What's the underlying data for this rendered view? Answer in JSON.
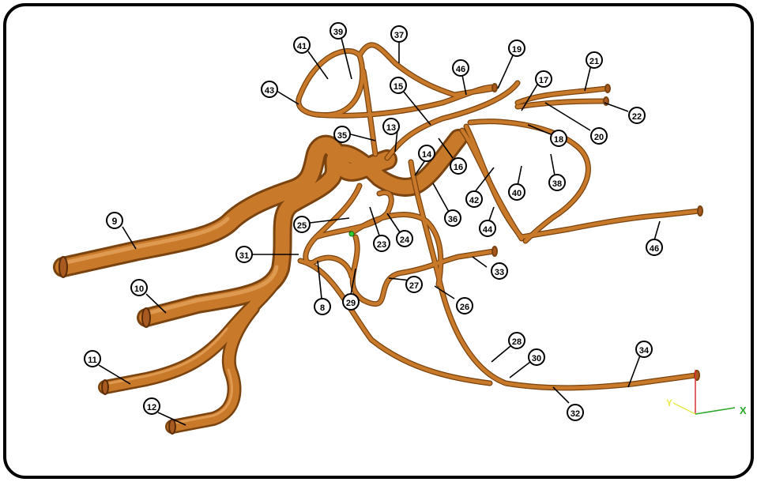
{
  "diagram": {
    "callouts": [
      {
        "id": "c9",
        "label": "9"
      },
      {
        "id": "c10",
        "label": "10"
      },
      {
        "id": "c11",
        "label": "11"
      },
      {
        "id": "c12",
        "label": "12"
      },
      {
        "id": "c13",
        "label": "13"
      },
      {
        "id": "c14",
        "label": "14"
      },
      {
        "id": "c15",
        "label": "15"
      },
      {
        "id": "c16",
        "label": "16"
      },
      {
        "id": "c17",
        "label": "17"
      },
      {
        "id": "c18",
        "label": "18"
      },
      {
        "id": "c19",
        "label": "19"
      },
      {
        "id": "c20",
        "label": "20"
      },
      {
        "id": "c21",
        "label": "21"
      },
      {
        "id": "c22",
        "label": "22"
      },
      {
        "id": "c23",
        "label": "23"
      },
      {
        "id": "c24",
        "label": "24"
      },
      {
        "id": "c25",
        "label": "25"
      },
      {
        "id": "c26",
        "label": "26"
      },
      {
        "id": "c27",
        "label": "27"
      },
      {
        "id": "c28",
        "label": "28"
      },
      {
        "id": "c29",
        "label": "29"
      },
      {
        "id": "c30",
        "label": "30"
      },
      {
        "id": "c31",
        "label": "31"
      },
      {
        "id": "c32",
        "label": "32"
      },
      {
        "id": "c33",
        "label": "33"
      },
      {
        "id": "c34",
        "label": "34"
      },
      {
        "id": "c35",
        "label": "35"
      },
      {
        "id": "c36",
        "label": "36"
      },
      {
        "id": "c37",
        "label": "37"
      },
      {
        "id": "c38",
        "label": "38"
      },
      {
        "id": "c39",
        "label": "39"
      },
      {
        "id": "c40",
        "label": "40"
      },
      {
        "id": "c41",
        "label": "41"
      },
      {
        "id": "c42",
        "label": "42"
      },
      {
        "id": "c43",
        "label": "43"
      },
      {
        "id": "c44",
        "label": "44"
      },
      {
        "id": "c46a",
        "label": "46"
      },
      {
        "id": "c46b",
        "label": "46"
      },
      {
        "id": "c8",
        "label": "8"
      }
    ],
    "axes": {
      "x": "X",
      "y": "Y",
      "x_color": "#2aa82a",
      "y_color": "#e8e84a",
      "z_color": "#e03030"
    },
    "tube_color": "#c8792a",
    "tube_highlight": "#e8a35a",
    "frame_color": "#000000"
  }
}
